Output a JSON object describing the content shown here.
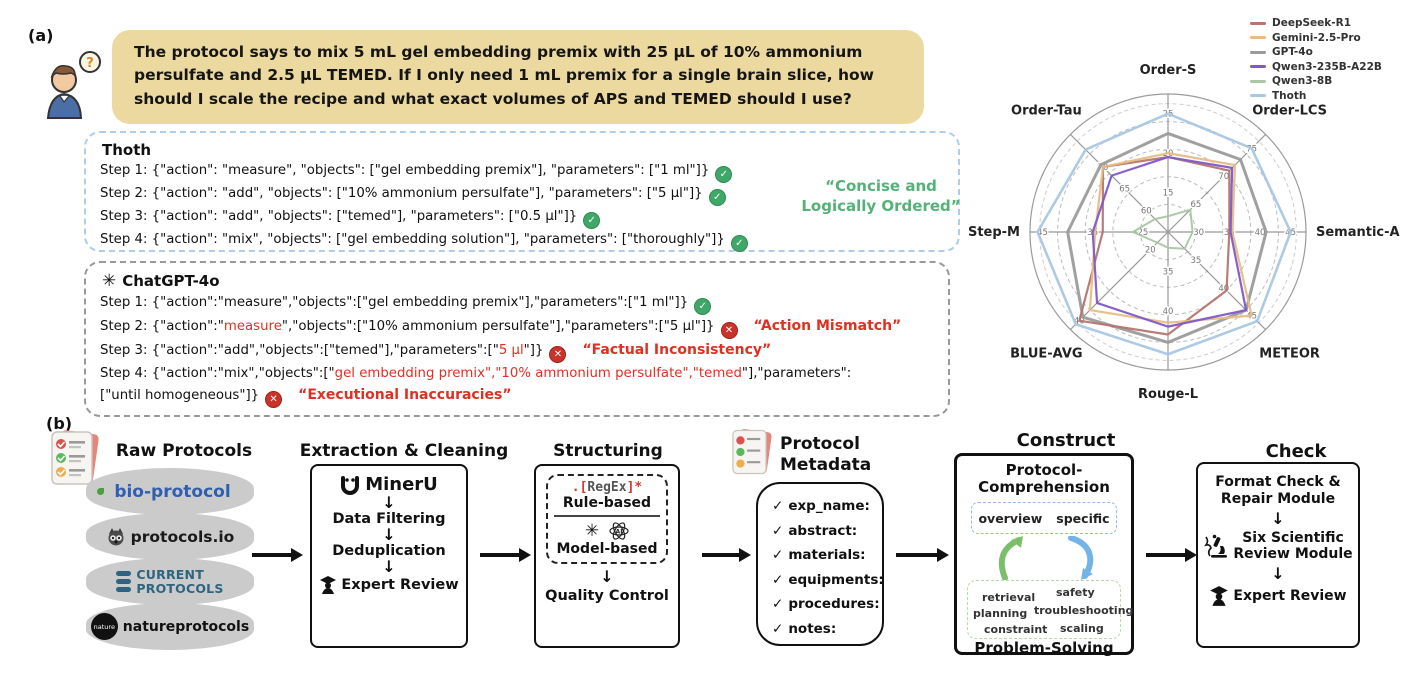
{
  "panel_a": {
    "label": "(a)",
    "question": "The protocol says to mix 5 mL gel embedding premix with 25 μL of 10% ammonium persulfate and 2.5 μL TEMED. If I only need 1 mL premix for a single brain slice, how should I scale the recipe and what exact volumes of APS and TEMED should I use?",
    "thoth": {
      "title": "Thoth",
      "annotation": "“Concise and\nLogically Ordered”",
      "steps": [
        {
          "segments": [
            {
              "t": "Step 1: {\"action\": \"measure\", \"objects\": [\"gel embedding premix\"], \"parameters\": [\"1 ml\"]}",
              "red": false
            }
          ],
          "status": "pass",
          "note": null
        },
        {
          "segments": [
            {
              "t": "Step 2: {\"action\": \"add\", \"objects\": [\"10% ammonium persulfate\"], \"parameters\": [\"5 μl\"]}",
              "red": false
            }
          ],
          "status": "pass",
          "note": null
        },
        {
          "segments": [
            {
              "t": "Step 3: {\"action\": \"add\", \"objects\": [\"temed\"], \"parameters\": [\"0.5 μl\"]}",
              "red": false
            }
          ],
          "status": "pass",
          "note": null
        },
        {
          "segments": [
            {
              "t": "Step 4: {\"action\": \"mix\", \"objects\": [\"gel embedding solution\"], \"parameters\": [\"thoroughly\"]}",
              "red": false
            }
          ],
          "status": "pass",
          "note": null
        }
      ]
    },
    "chatgpt": {
      "title": "ChatGPT-4o",
      "steps": [
        {
          "segments": [
            {
              "t": "Step 1: {\"action\":\"measure\",\"objects\":[\"gel embedding premix\"],\"parameters\":[\"1 ml\"]}",
              "red": false
            }
          ],
          "status": "pass",
          "note": null
        },
        {
          "segments": [
            {
              "t": "Step 2: {\"action\":\"",
              "red": false
            },
            {
              "t": "measure",
              "red": true
            },
            {
              "t": "\",\"objects\":[\"10% ammonium persulfate\"],\"parameters\":[\"5 μl\"]}",
              "red": false
            }
          ],
          "status": "fail",
          "note": "“Action Mismatch”"
        },
        {
          "segments": [
            {
              "t": "Step 3: {\"action\":\"add\",\"objects\":[\"temed\"],\"parameters\":[\"",
              "red": false
            },
            {
              "t": "5 μl",
              "red": true
            },
            {
              "t": "\"]}",
              "red": false
            }
          ],
          "status": "fail",
          "note": "“Factual Inconsistency”"
        },
        {
          "segments": [
            {
              "t": "Step 4: {\"action\":\"mix\",\"objects\":[\"",
              "red": false
            },
            {
              "t": "gel embedding premix\",\"10% ammonium persulfate\",\"temed",
              "red": true
            },
            {
              "t": "\"],\"parameters\":",
              "red": false
            }
          ],
          "status": null,
          "note": null
        },
        {
          "segments": [
            {
              "t": "[\"until homogeneous\"]}",
              "red": false
            }
          ],
          "status": "fail",
          "note": "“Executional Inaccuracies”"
        }
      ]
    }
  },
  "chart_data": {
    "type": "radar",
    "title": "",
    "legend_position": "top-right",
    "grid": "circular-dashed",
    "axes": [
      {
        "label": "Order-S",
        "min": 10,
        "max": 27.5,
        "ticks": [
          15,
          20,
          25
        ]
      },
      {
        "label": "Order-LCS",
        "min": 60,
        "max": 77.5,
        "ticks": [
          65,
          70,
          75
        ]
      },
      {
        "label": "Semantic-A",
        "min": 25,
        "max": 47.5,
        "ticks": [
          30,
          35,
          40,
          45
        ]
      },
      {
        "label": "METEOR",
        "min": 30,
        "max": 47.5,
        "ticks": [
          35,
          40,
          45
        ]
      },
      {
        "label": "Rouge-L",
        "min": 30,
        "max": 47.5,
        "ticks": [
          35,
          40
        ]
      },
      {
        "label": "BLUE-AVG",
        "min": 15,
        "max": 42.5,
        "ticks": [
          20,
          40
        ]
      },
      {
        "label": "Step-M",
        "min": 20,
        "max": 47.5,
        "ticks": [
          25,
          35,
          45
        ]
      },
      {
        "label": "Order-Tau",
        "min": 55,
        "max": 77.5,
        "ticks": [
          60,
          65,
          70
        ]
      }
    ],
    "series": [
      {
        "name": "DeepSeek-R1",
        "color": "#b57570",
        "values": [
          19.5,
          71,
          35,
          40.5,
          43,
          40,
          33,
          70
        ]
      },
      {
        "name": "Gemini-2.5-Pro",
        "color": "#e6bc83",
        "values": [
          20,
          72,
          35.5,
          45,
          41.5,
          37,
          34.5,
          70
        ]
      },
      {
        "name": "GPT-4o",
        "color": "#9b9b9b",
        "values": [
          22.5,
          73,
          41,
          44,
          44,
          39,
          40,
          70.5
        ]
      },
      {
        "name": "Qwen3-235B-A22B",
        "color": "#8158c8",
        "values": [
          19.5,
          71.5,
          35.2,
          44,
          42,
          35,
          35,
          68
        ]
      },
      {
        "name": "Qwen3-8B",
        "color": "#a9c7a3",
        "values": [
          12,
          64,
          29,
          33,
          32,
          18,
          27,
          58
        ]
      },
      {
        "name": "Thoth",
        "color": "#a9c7e4",
        "values": [
          25,
          75,
          45,
          46,
          45.5,
          41,
          46,
          74
        ]
      }
    ]
  },
  "panel_b": {
    "label": "(b)",
    "raw": {
      "title": "Raw Protocols",
      "sources": [
        "bio-protocol",
        "protocols.io",
        "CURRENT\nPROTOCOLS",
        "natureprotocols"
      ],
      "nature_badge": "nature"
    },
    "extraction": {
      "title": "Extraction & Cleaning",
      "tool": "MinerU",
      "steps": [
        "Data Filtering",
        "Deduplication",
        "Expert Review"
      ]
    },
    "structuring": {
      "title": "Structuring",
      "regex": {
        "p1": ".[",
        "core": "RegEx",
        "p2": "]*"
      },
      "rule_label": "Rule-based",
      "model_label": "Model-based",
      "qc": "Quality Control"
    },
    "metadata": {
      "title": "Protocol\nMetadata",
      "check": "✓",
      "fields": [
        "exp_name:",
        "abstract:",
        "materials:",
        "equipments:",
        "procedures:",
        "notes:"
      ]
    },
    "construct": {
      "title": "Construct",
      "comprehension": "Protocol-\nComprehension",
      "pills": [
        "overview",
        "specific"
      ],
      "solving_words": [
        "retrieval",
        "planning",
        "constraint",
        "safety",
        "troubleshooting",
        "scaling"
      ],
      "solving": "Problem-Solving"
    },
    "check": {
      "title": "Check",
      "items": [
        "Format Check &\nRepair Module",
        "Six Scientific\nReview Module",
        "Expert Review"
      ]
    },
    "arrow_glyph": "↓"
  }
}
